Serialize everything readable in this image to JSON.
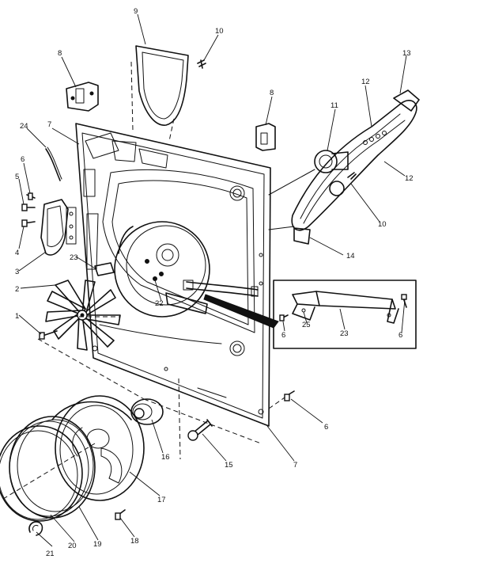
{
  "callouts": {
    "c1": "1",
    "c2": "2",
    "c3": "3",
    "c4": "4",
    "c5": "5",
    "c6a": "6",
    "c6b": "6",
    "c6c": "6",
    "c6d": "6",
    "c7a": "7",
    "c7b": "7",
    "c8a": "8",
    "c8b": "8",
    "c9": "9",
    "c10a": "10",
    "c10b": "10",
    "c11": "11",
    "c12a": "12",
    "c12b": "12",
    "c13": "13",
    "c14": "14",
    "c15": "15",
    "c16": "16",
    "c17": "17",
    "c18": "18",
    "c19": "19",
    "c20": "20",
    "c21": "21",
    "c22": "22",
    "c23a": "23",
    "c23b": "23",
    "c24": "24",
    "c25": "25"
  }
}
